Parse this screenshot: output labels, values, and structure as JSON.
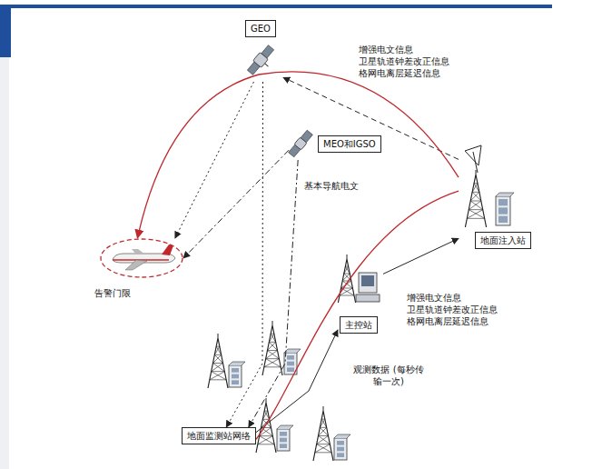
{
  "diagram": {
    "nodes": [
      {
        "text": [
          "GEO"
        ]
      },
      {
        "text": [
          "MEO和IGSO"
        ]
      },
      {
        "text": [
          "地面注入站"
        ]
      },
      {
        "text": [
          "主控站"
        ]
      },
      {
        "text": [
          "地面监测站网络"
        ]
      },
      {
        "text": [
          "告警门限"
        ]
      }
    ],
    "edges": [
      {
        "from": 2,
        "to": 0,
        "arrow": "to"
      },
      {
        "from": 0,
        "to": 5,
        "arrow": "to"
      },
      {
        "from": 1,
        "to": 5,
        "arrow": "to"
      },
      {
        "from": 0,
        "to": 4,
        "arrow": "to"
      },
      {
        "from": 1,
        "to": 4,
        "arrow": "to",
        "label": "基本导航电文"
      },
      {
        "from": 4,
        "to": 3,
        "arrow": "to",
        "label": "观测数据 (每秒传输一次)"
      },
      {
        "from": 3,
        "to": 2,
        "arrow": "to"
      },
      {
        "from": 2,
        "to": 5,
        "arrow": "to"
      },
      {
        "from": 4,
        "to": 2,
        "arrow": "none"
      }
    ],
    "labels": [
      "增强电文信息",
      "卫星轨道钟差改正信息",
      "格网电离层延迟信息",
      "增强电文信息",
      "卫星轨道钟差改正信息",
      "格网电离层延迟信息"
    ]
  }
}
